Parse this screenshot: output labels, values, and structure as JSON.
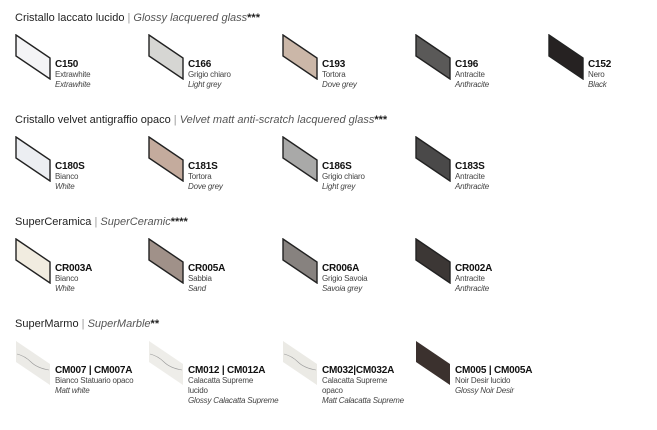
{
  "sections": [
    {
      "title": "Cristallo laccato lucido",
      "title_en": "Glossy lacquered glass",
      "stars": "***",
      "items": [
        {
          "code": "C150",
          "it": "Extrawhite",
          "en": "Extrawhite",
          "color": "#f4f4f6"
        },
        {
          "code": "C166",
          "it": "Grigio chiaro",
          "en": "Light grey",
          "color": "#d6d6d3"
        },
        {
          "code": "C193",
          "it": "Tortora",
          "en": "Dove grey",
          "color": "#cbb7a8"
        },
        {
          "code": "C196",
          "it": "Antracite",
          "en": "Anthracite",
          "color": "#5a5958"
        },
        {
          "code": "C152",
          "it": "Nero",
          "en": "Black",
          "color": "#262222"
        }
      ]
    },
    {
      "title": "Cristallo velvet antigraffio opaco",
      "title_en": "Velvet matt anti-scratch lacquered glass",
      "stars": "***",
      "items": [
        {
          "code": "C180S",
          "it": "Bianco",
          "en": "White",
          "color": "#eceef2"
        },
        {
          "code": "C181S",
          "it": "Tortora",
          "en": "Dove grey",
          "color": "#c4ab9d"
        },
        {
          "code": "C186S",
          "it": "Grigio chiaro",
          "en": "Light grey",
          "color": "#a9a9a8"
        },
        {
          "code": "C183S",
          "it": "Antracite",
          "en": "Anthracite",
          "color": "#4a4949"
        }
      ]
    },
    {
      "title": "SuperCeramica",
      "title_en": "SuperCeramic",
      "stars": "****",
      "items": [
        {
          "code": "CR003A",
          "it": "Bianco",
          "en": "White",
          "color": "#f1ece0"
        },
        {
          "code": "CR005A",
          "it": "Sabbia",
          "en": "Sand",
          "color": "#a09189"
        },
        {
          "code": "CR006A",
          "it": "Grigio Savoia",
          "en": "Savoia grey",
          "color": "#87827f"
        },
        {
          "code": "CR002A",
          "it": "Antracite",
          "en": "Anthracite",
          "color": "#3c3735"
        }
      ]
    },
    {
      "title": "SuperMarmo",
      "title_en": "SuperMarble",
      "stars": "**",
      "items": [
        {
          "code": "CM007 | CM007A",
          "it": "Bianco Statuario opaco",
          "en": "Matt white",
          "color": "#ecebe7"
        },
        {
          "code": "CM012 | CM012A",
          "it": "Calacatta Supreme lucido",
          "en": "Glossy Calacatta Supreme",
          "color": "#eeede9"
        },
        {
          "code": "CM032|CM032A",
          "it": "Calacatta Supreme opaco",
          "en": "Matt Calacatta Supreme",
          "color": "#ebeae5"
        },
        {
          "code": "CM005 | CM005A",
          "it": "Noir Desir lucido",
          "en": "Glossy Noir Desir",
          "color": "#3b312e"
        }
      ]
    }
  ]
}
